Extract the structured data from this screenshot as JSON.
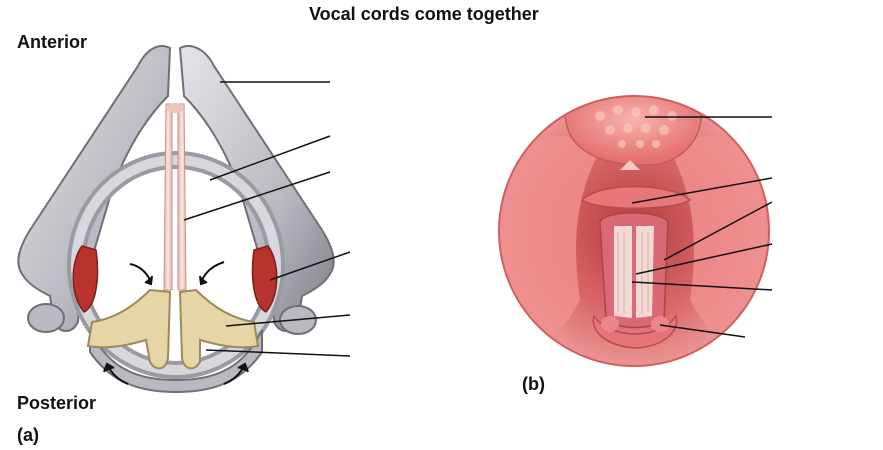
{
  "title": "Vocal cords come together",
  "figure_a": {
    "panel_label": "(a)",
    "anterior_label": "Anterior",
    "posterior_label": "Posterior",
    "leader_count": 6
  },
  "figure_b": {
    "panel_label": "(b)",
    "leader_count": 6
  },
  "colors": {
    "cartilage": "#c9c9cf",
    "cartilage_shadow": "#8b8b93",
    "arytenoid": "#e6d6a6",
    "muscle": "#b8322e",
    "vocal_cord": "#f3d3cc",
    "larynx_bg": "#de6f6f",
    "tongue": "#f08f8f"
  }
}
